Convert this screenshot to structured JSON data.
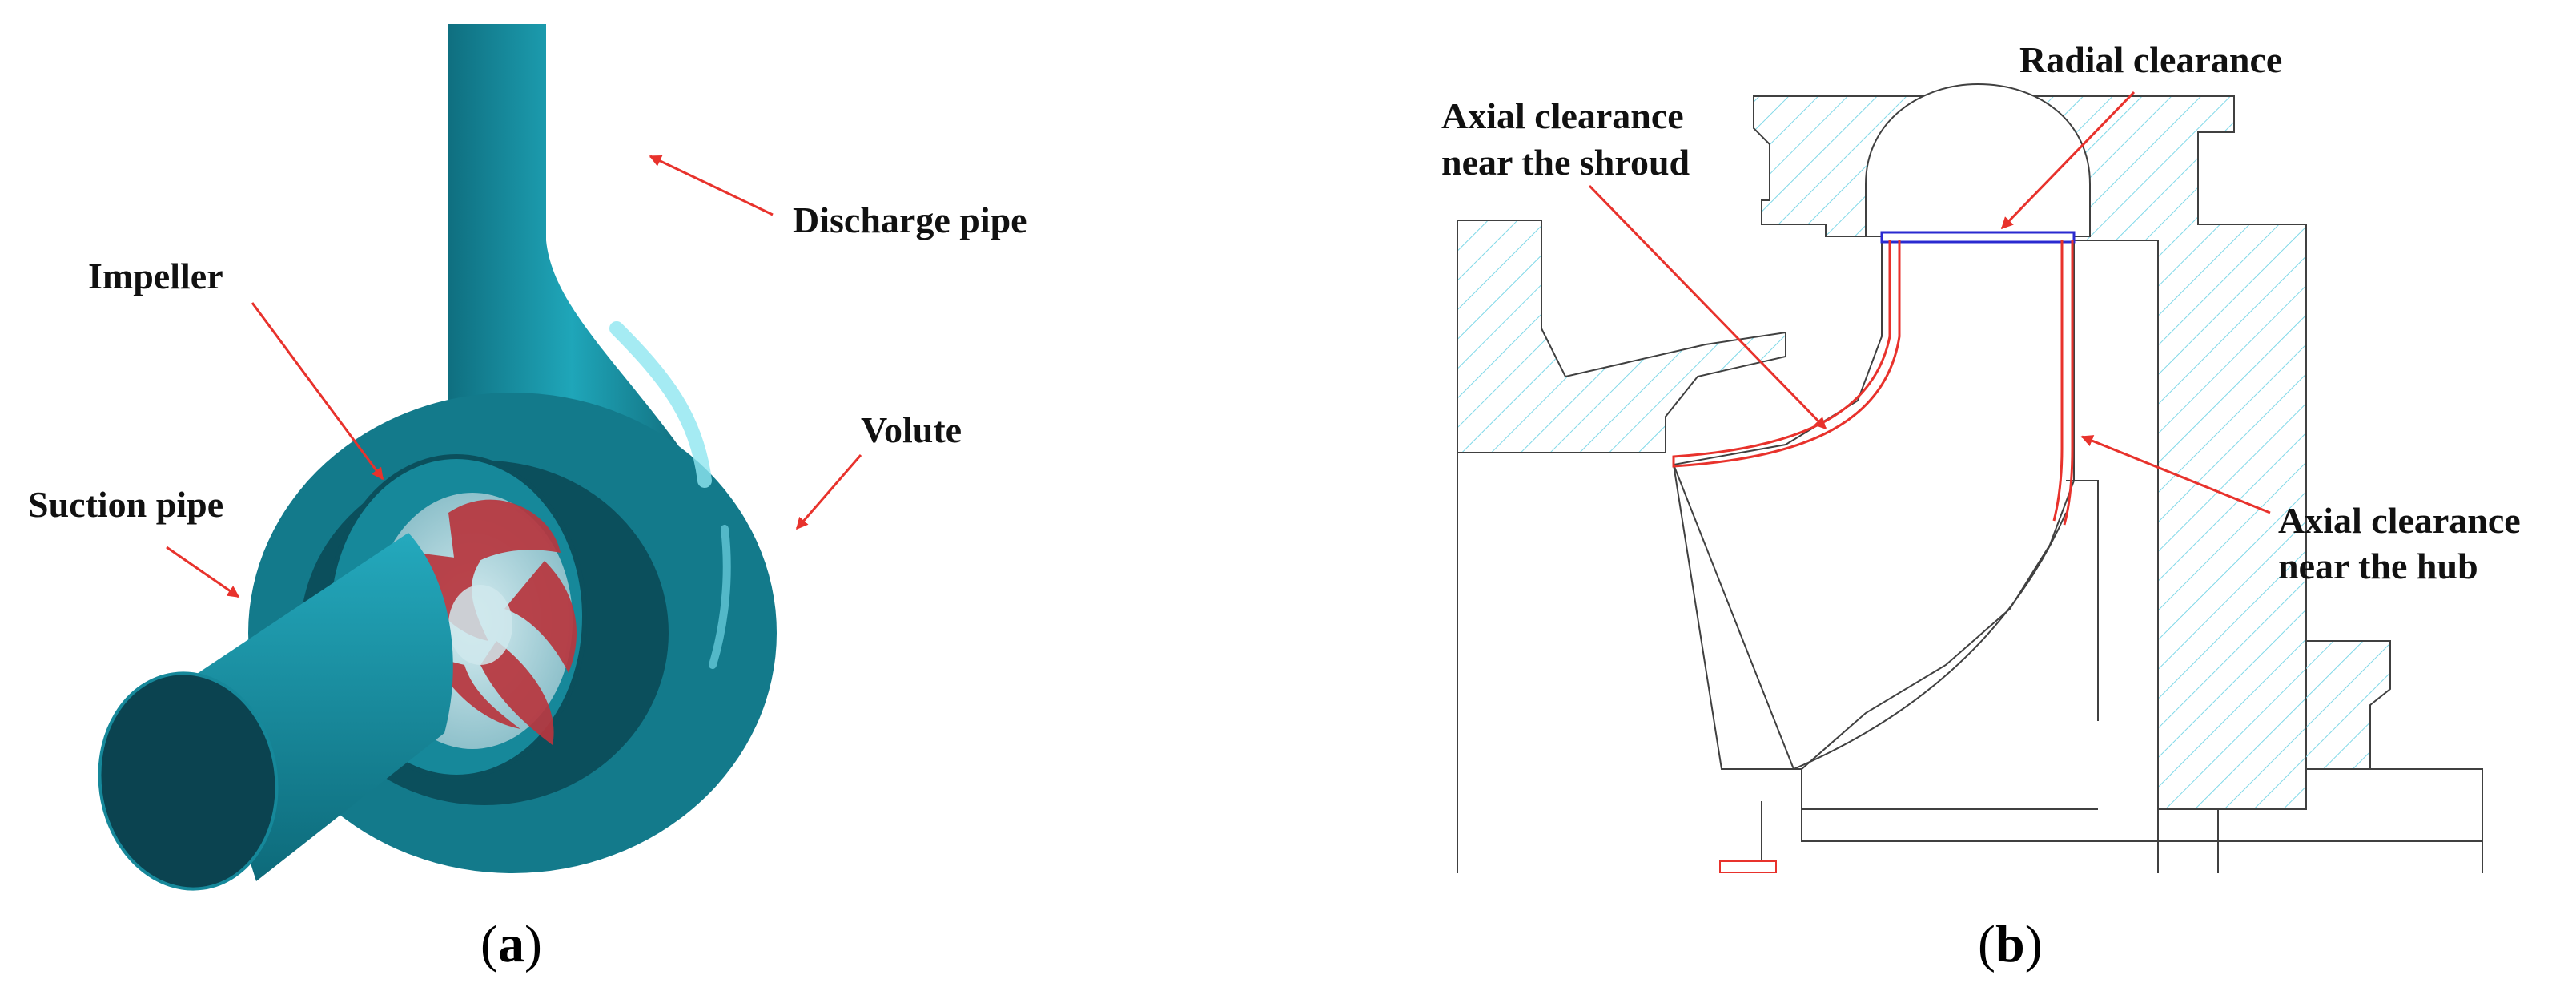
{
  "panel_a": {
    "labels": {
      "discharge_pipe": "Discharge pipe",
      "impeller": "Impeller",
      "volute": "Volute",
      "suction_pipe": "Suction pipe"
    },
    "caption": {
      "open": "(",
      "letter": "a",
      "close": ")"
    }
  },
  "panel_b": {
    "labels": {
      "radial_clearance": "Radial clearance",
      "axial_shroud_line1": "Axial clearance",
      "axial_shroud_line2": "near the shroud",
      "axial_hub_line1": "Axial clearance",
      "axial_hub_line2": "near the hub"
    },
    "caption": {
      "open": "(",
      "letter": "b",
      "close": ")"
    }
  },
  "colors": {
    "pump_body": "#1a96a8",
    "pump_dark": "#0b4f5c",
    "impeller_blade": "#b8363e",
    "arrow": "#e8322c",
    "hatch": "#7fd8e8",
    "outline": "#404040",
    "clearance_red": "#e8322c",
    "clearance_blue": "#2a2ad0"
  }
}
